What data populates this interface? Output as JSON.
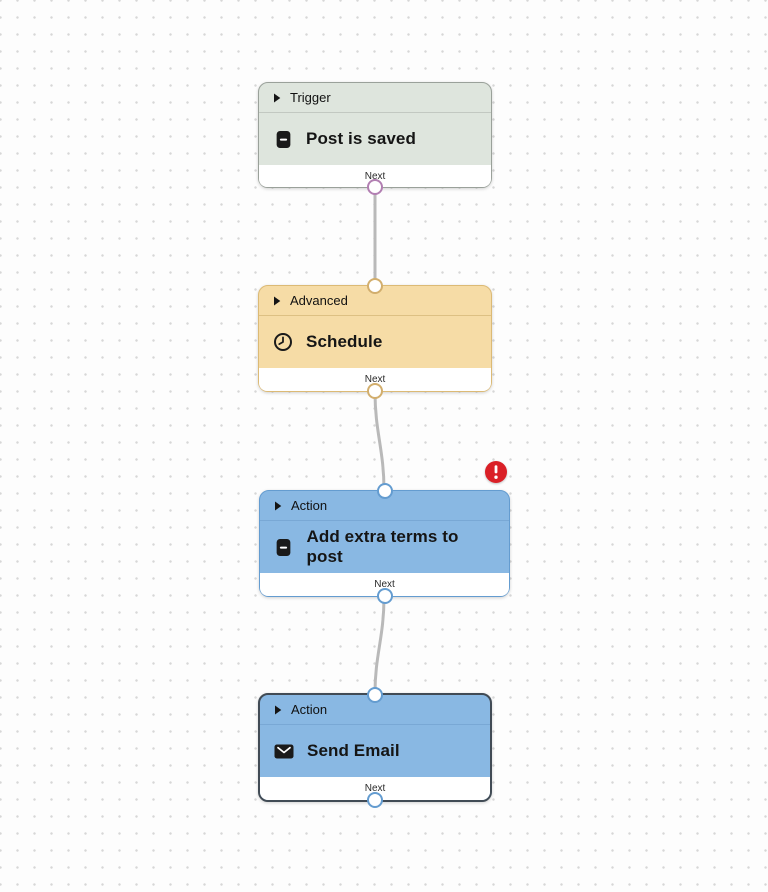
{
  "canvas": {
    "background_color": "#fdfdfd",
    "grid_dot_color": "#d7d7d7"
  },
  "nodes": [
    {
      "category": "Trigger",
      "title": "Post is saved",
      "icon": "document-icon",
      "footer_label": "Next",
      "colors": {
        "background": "#dee5dd",
        "border": "#9aa19a",
        "port": "#b27fb2"
      },
      "has_input_port": false,
      "has_error": false,
      "selected": false
    },
    {
      "category": "Advanced",
      "title": "Schedule",
      "icon": "clock-icon",
      "footer_label": "Next",
      "colors": {
        "background": "#f6dca6",
        "border": "#dcba75",
        "port": "#d2ae6d"
      },
      "has_input_port": true,
      "has_error": false,
      "selected": false
    },
    {
      "category": "Action",
      "title": "Add extra terms to post",
      "icon": "document-icon",
      "footer_label": "Next",
      "colors": {
        "background": "#89b8e3",
        "border": "#649cd0",
        "port": "#649cd0"
      },
      "has_input_port": true,
      "has_error": true,
      "error_badge_color": "#da2027",
      "selected": false
    },
    {
      "category": "Action",
      "title": "Send Email",
      "icon": "envelope-icon",
      "footer_label": "Next",
      "colors": {
        "background": "#89b8e3",
        "border": "#414b55",
        "port": "#649cd0"
      },
      "has_input_port": true,
      "has_error": false,
      "selected": true
    }
  ],
  "connections": [
    {
      "from": "Post is saved",
      "to": "Schedule"
    },
    {
      "from": "Schedule",
      "to": "Add extra terms to post"
    },
    {
      "from": "Add extra terms to post",
      "to": "Send Email"
    }
  ]
}
